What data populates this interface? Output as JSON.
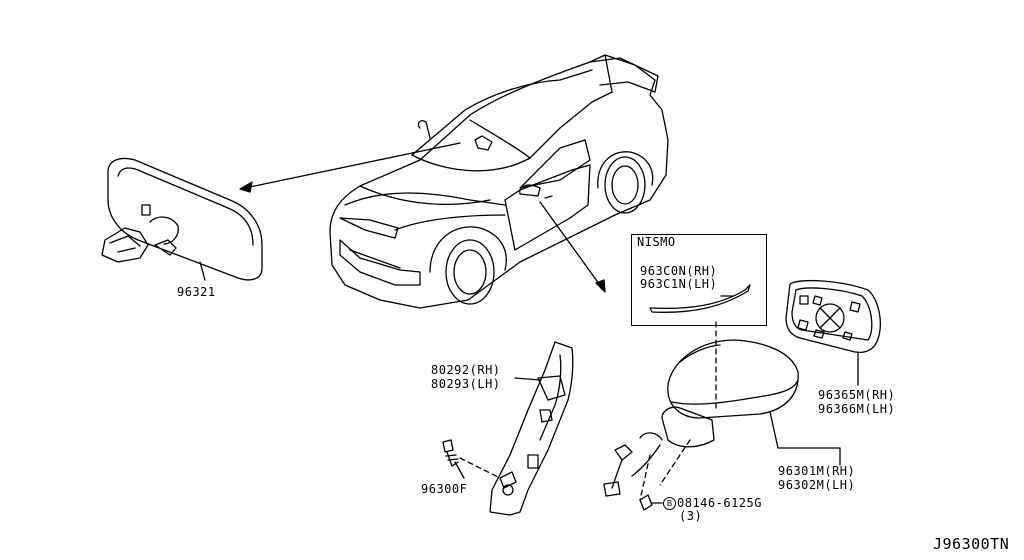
{
  "nismo": {
    "title": "NISMO",
    "rh": "963C0N(RH)",
    "lh": "963C1N(LH)"
  },
  "parts": {
    "inner_mirror": "96321",
    "corner_finisher_rh": "80292(RH)",
    "corner_finisher_lh": "80293(LH)",
    "screw": "96300F",
    "glass_rh": "96365M(RH)",
    "glass_lh": "96366M(LH)",
    "mirror_assy_rh": "96301M(RH)",
    "mirror_assy_lh": "96302M(LH)",
    "bolt_prefix": "B",
    "bolt": "08146-6125G",
    "bolt_qty": "(3)"
  },
  "diagram_id": "J96300TN",
  "icons": [
    "car-outline-icon",
    "rearview-mirror-icon",
    "door-mirror-icon",
    "mirror-glass-icon",
    "corner-finisher-icon",
    "screw-icon",
    "bolt-icon"
  ]
}
